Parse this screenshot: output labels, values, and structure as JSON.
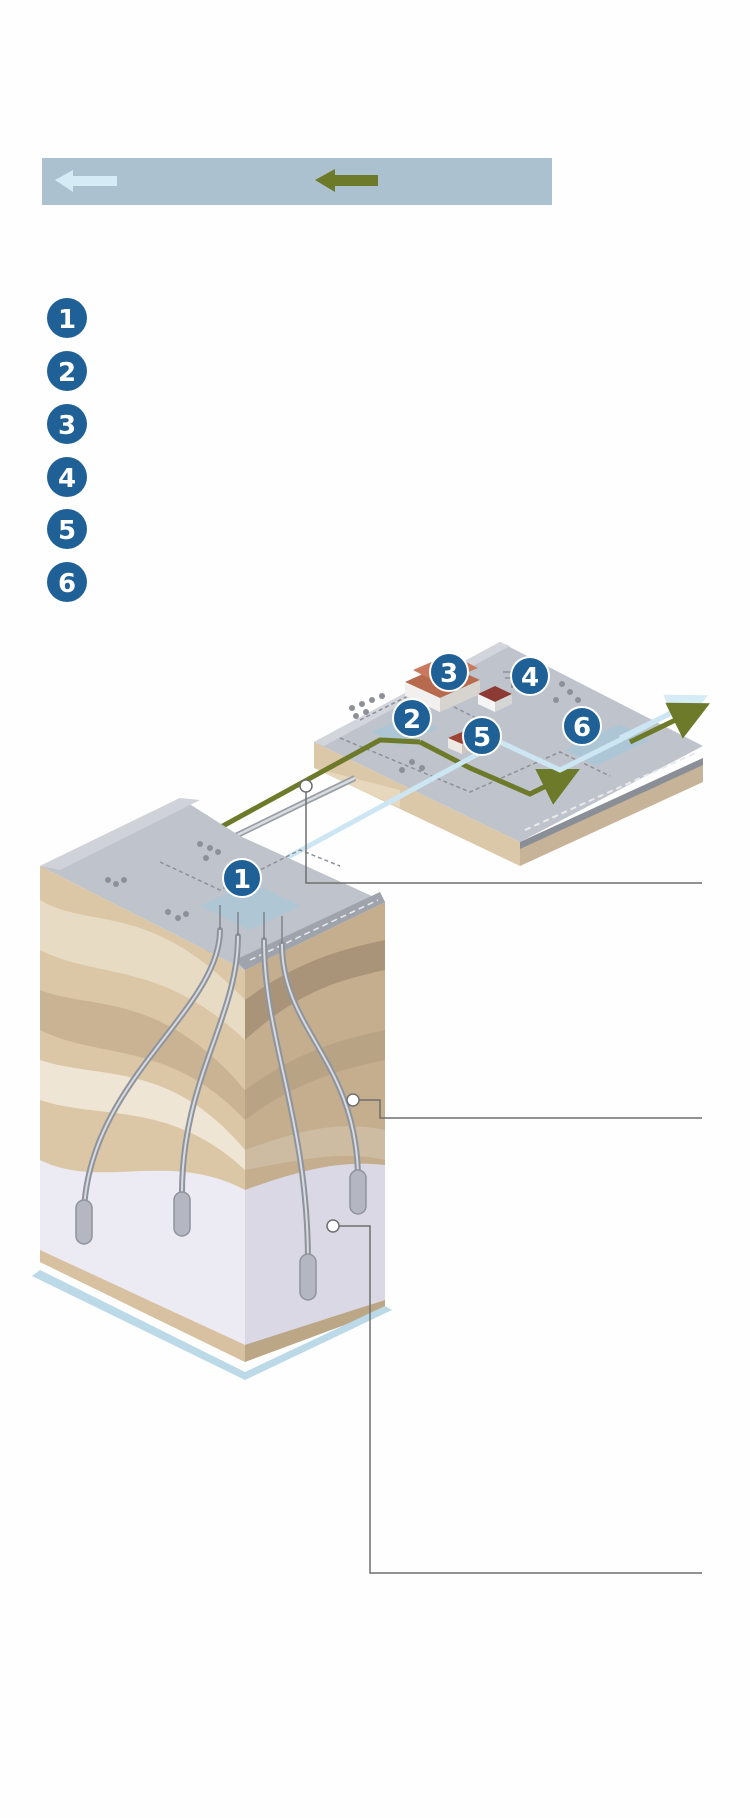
{
  "legend_bar": {
    "color": "#abc1cf",
    "arrows": [
      {
        "name": "cold-water",
        "color": "#d5ebf6",
        "label": ""
      },
      {
        "name": "hot-water",
        "color": "#6d7a2a",
        "label": ""
      }
    ]
  },
  "steps": [
    {
      "number": "1",
      "label": ""
    },
    {
      "number": "2",
      "label": ""
    },
    {
      "number": "3",
      "label": ""
    },
    {
      "number": "4",
      "label": ""
    },
    {
      "number": "5",
      "label": ""
    },
    {
      "number": "6",
      "label": ""
    }
  ],
  "callouts": [
    {
      "name": "pipeline",
      "label": ""
    },
    {
      "name": "well-casing",
      "label": ""
    },
    {
      "name": "reservoir",
      "label": ""
    }
  ],
  "colors": {
    "badge": "#1f6197",
    "ground": "#bfc3cc",
    "reservoir": "#dfdde9",
    "hot_flow": "#6d7a2a",
    "cold_flow": "#cde6f4",
    "leader_line": "#6f6f6f"
  }
}
